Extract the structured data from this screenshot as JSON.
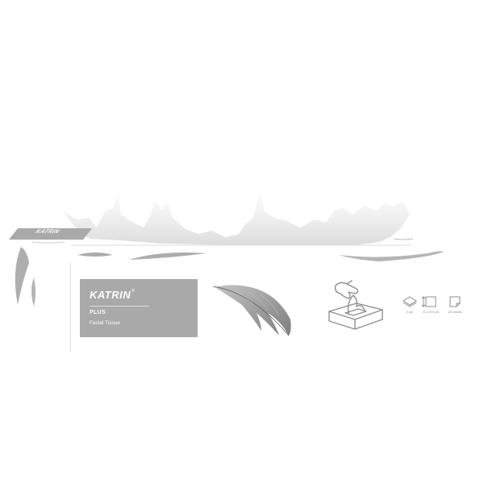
{
  "brand": {
    "logo": "KATRIN",
    "registered": "®",
    "line": "PLUS",
    "product": "Facial Tissue"
  },
  "side_label": {
    "logo": "KATRIN"
  },
  "specs": [
    {
      "icon": "ply-icon",
      "label": "2 ply"
    },
    {
      "icon": "sheet-size-icon",
      "label": "21 x 20,5 cm"
    },
    {
      "icon": "sheet-count-icon",
      "label": "100 sheets"
    }
  ],
  "colors": {
    "panel": "#a9a9a9",
    "background": "#ffffff",
    "icon_stroke": "#8f8f8f"
  }
}
